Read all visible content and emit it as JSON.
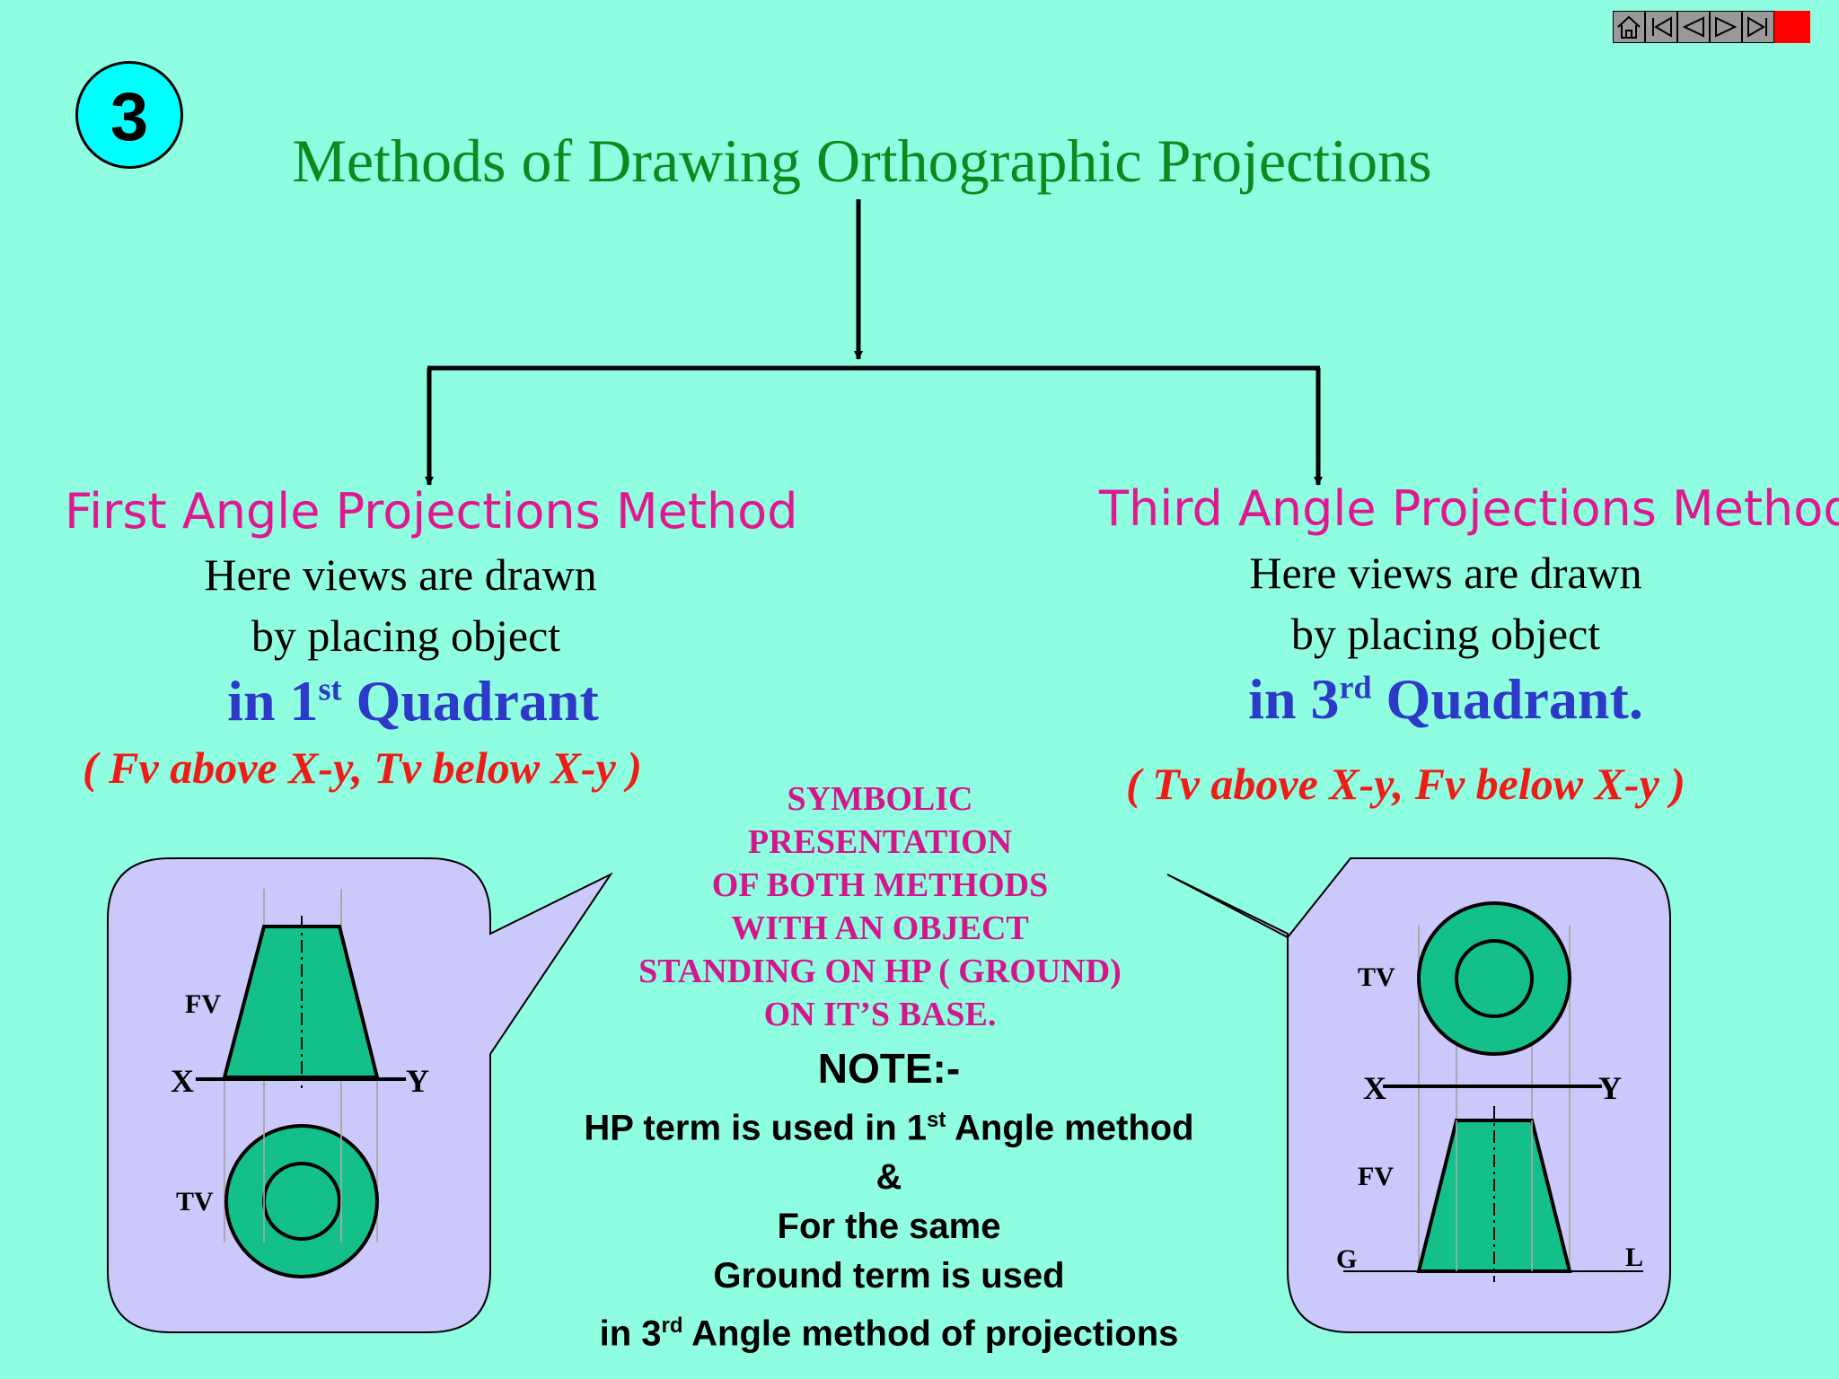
{
  "slide_number": "3",
  "title": "Methods of Drawing Orthographic Projections",
  "first_angle": {
    "heading": "First Angle Projections Method",
    "line1": "Here views are drawn",
    "line2": "by placing object",
    "quadrant_prefix": "in 1",
    "quadrant_sup": "st",
    "quadrant_suffix": " Quadrant",
    "note": "( Fv above X-y,  Tv below X-y )"
  },
  "third_angle": {
    "heading": "Third Angle Projections Method",
    "line1": "Here views are drawn",
    "line2": "by placing object",
    "quadrant_prefix": "in 3",
    "quadrant_sup": "rd",
    "quadrant_suffix": " Quadrant.",
    "note": "( Tv above X-y,  Fv below X-y )"
  },
  "symbolic": {
    "lines": [
      "SYMBOLIC",
      "PRESENTATION",
      "OF BOTH METHODS",
      "WITH AN OBJECT",
      "STANDING ON HP ( GROUND)",
      "ON IT’S BASE."
    ]
  },
  "note": {
    "title": "NOTE:-",
    "line1_prefix": "HP term is used in 1",
    "line1_sup": "st",
    "line1_suffix": " Angle method",
    "line2": "&",
    "line3": "For the same",
    "line4": "Ground term is used",
    "line5_prefix": "in 3",
    "line5_sup": "rd",
    "line5_suffix": " Angle method of projections"
  },
  "left_diagram": {
    "fv_label": "FV",
    "x_label": "X",
    "y_label": "Y",
    "tv_label": "TV"
  },
  "right_diagram": {
    "tv_label": "TV",
    "x_label": "X",
    "y_label": "Y",
    "fv_label": "FV",
    "g_label": "G",
    "l_label": "L"
  },
  "colors": {
    "background": "#8ffde0",
    "title": "#0a8a1f",
    "heading": "#e0188f",
    "quadrant": "#2d39c7",
    "note_red": "#ee1c16",
    "callout": "#cbc8fc",
    "shape_fill": "#14c08a"
  },
  "nav": [
    "home-icon",
    "first-slide-icon",
    "previous-icon",
    "next-icon",
    "last-slide-icon",
    "close-icon"
  ]
}
